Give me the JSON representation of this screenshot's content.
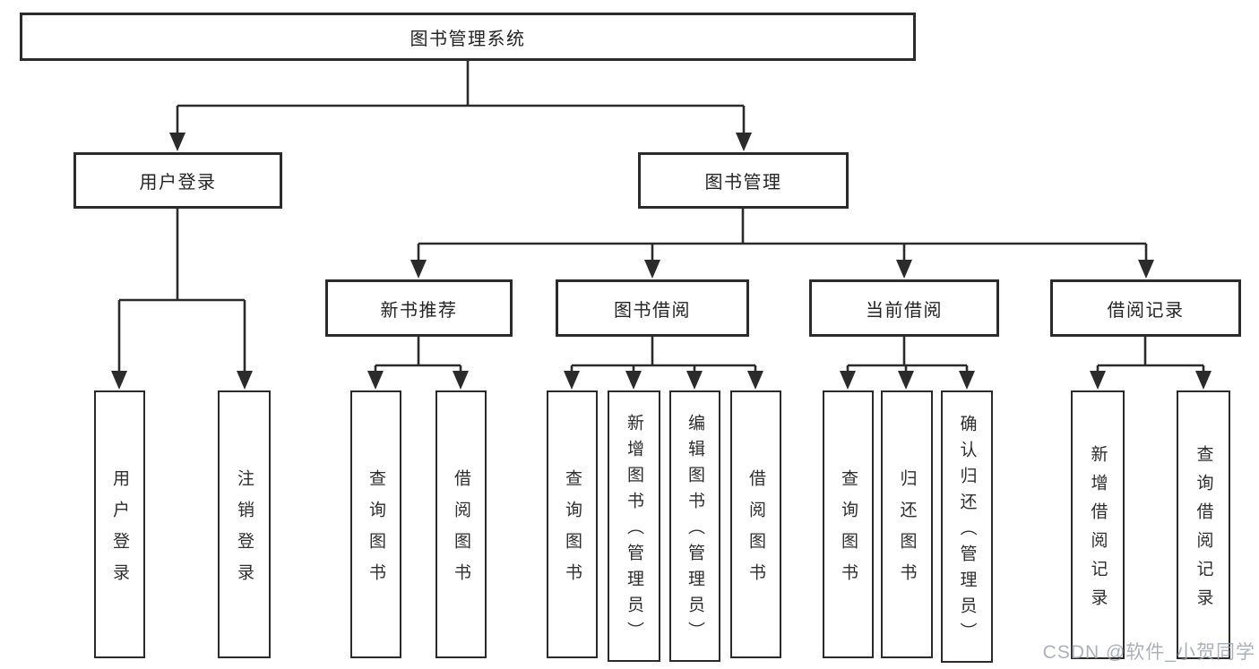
{
  "tree": {
    "root": {
      "label": "图书管理系统"
    },
    "children": [
      {
        "label": "用户登录",
        "children": [
          {
            "label": "用户登录"
          },
          {
            "label": "注销登录"
          }
        ]
      },
      {
        "label": "图书管理",
        "children": [
          {
            "label": "新书推荐",
            "children": [
              {
                "label": "查询图书"
              },
              {
                "label": "借阅图书"
              }
            ]
          },
          {
            "label": "图书借阅",
            "children": [
              {
                "label": "查询图书"
              },
              {
                "label": "新增图书（管理员）"
              },
              {
                "label": "编辑图书（管理员）"
              },
              {
                "label": "借阅图书"
              }
            ]
          },
          {
            "label": "当前借阅",
            "children": [
              {
                "label": "查询图书"
              },
              {
                "label": "归还图书"
              },
              {
                "label": "确认归还（管理员）"
              }
            ]
          },
          {
            "label": "借阅记录",
            "children": [
              {
                "label": "新增借阅记录"
              },
              {
                "label": "查询借阅记录"
              }
            ]
          }
        ]
      }
    ]
  },
  "watermark": "CSDN @软件_小贺同学",
  "colors": {
    "line": "#2b2b2b",
    "box_border": "#2b2b2b",
    "text": "#242424",
    "watermark": "#9ea3ad",
    "background": "#ffffff"
  }
}
